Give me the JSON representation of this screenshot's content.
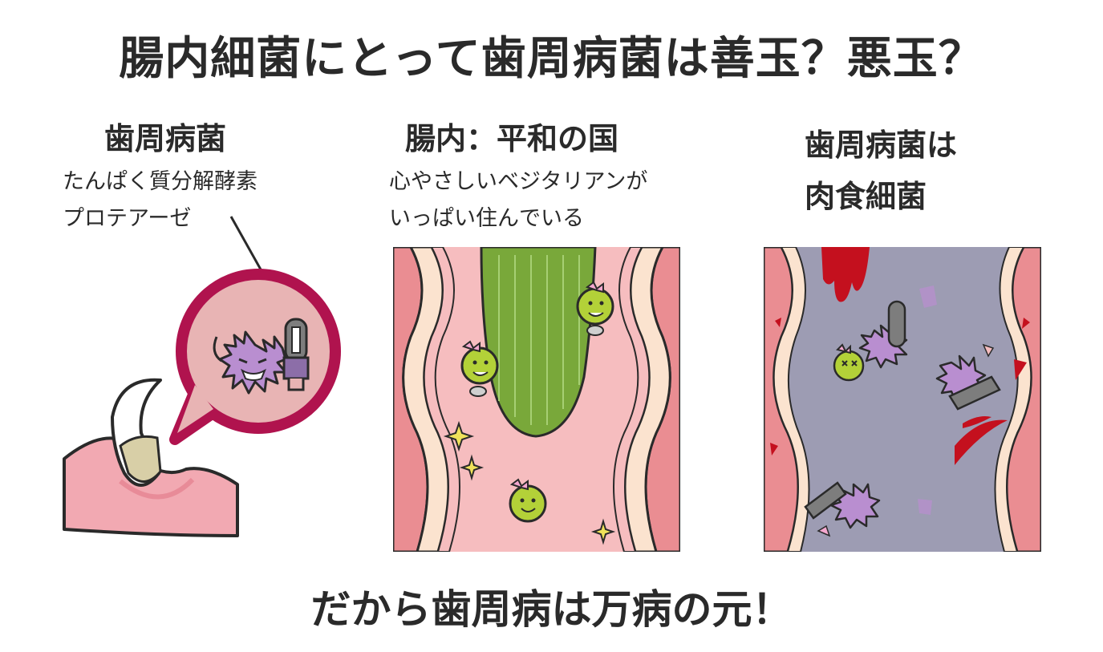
{
  "title": "腸内細菌にとって歯周病菌は善玉？悪玉？",
  "panels": [
    {
      "heading": "歯周病菌",
      "lines": [
        "たんぱく質分解酵素",
        "プロテアーゼ"
      ]
    },
    {
      "heading": "腸内：平和の国",
      "lines": [
        "心やさしいベジタリアンが",
        "いっぱい住んでいる"
      ]
    },
    {
      "heading_lines": [
        "歯周病菌は",
        "肉食細菌"
      ]
    }
  ],
  "footer": "だから歯周病は万病の元！",
  "colors": {
    "gum": "#f2a9b2",
    "tooth": "#d8cfa7",
    "bubble_border": "#b0134e",
    "bubble_fill": "#e8b4b4",
    "intestine_wall": "#ea8d92",
    "intestine_inner": "#fbe3cf",
    "intestine_lumen": "#f6bdbf",
    "cucumber": "#79a83a",
    "good_bacteria": "#b3d138",
    "bad_bacteria": "#b98ed0",
    "damaged_lumen": "#9d9cb3",
    "blood": "#c4101e",
    "chainsaw": "#7d7d7d"
  }
}
